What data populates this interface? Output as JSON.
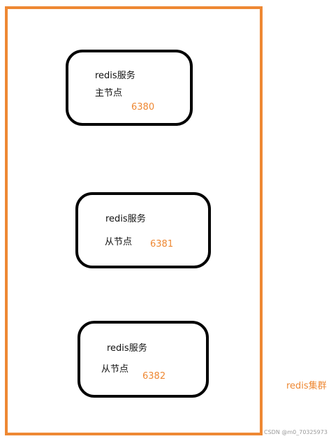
{
  "cluster": {
    "label": "redis集群",
    "frame_color": "#ee8833"
  },
  "nodes": [
    {
      "service": "redis服务",
      "role": "主节点",
      "port": "6380"
    },
    {
      "service": "redis服务",
      "role": "从节点",
      "port": "6381"
    },
    {
      "service": "redis服务",
      "role": "从节点",
      "port": "6382"
    }
  ],
  "watermark": "CSDN @m0_70325973"
}
